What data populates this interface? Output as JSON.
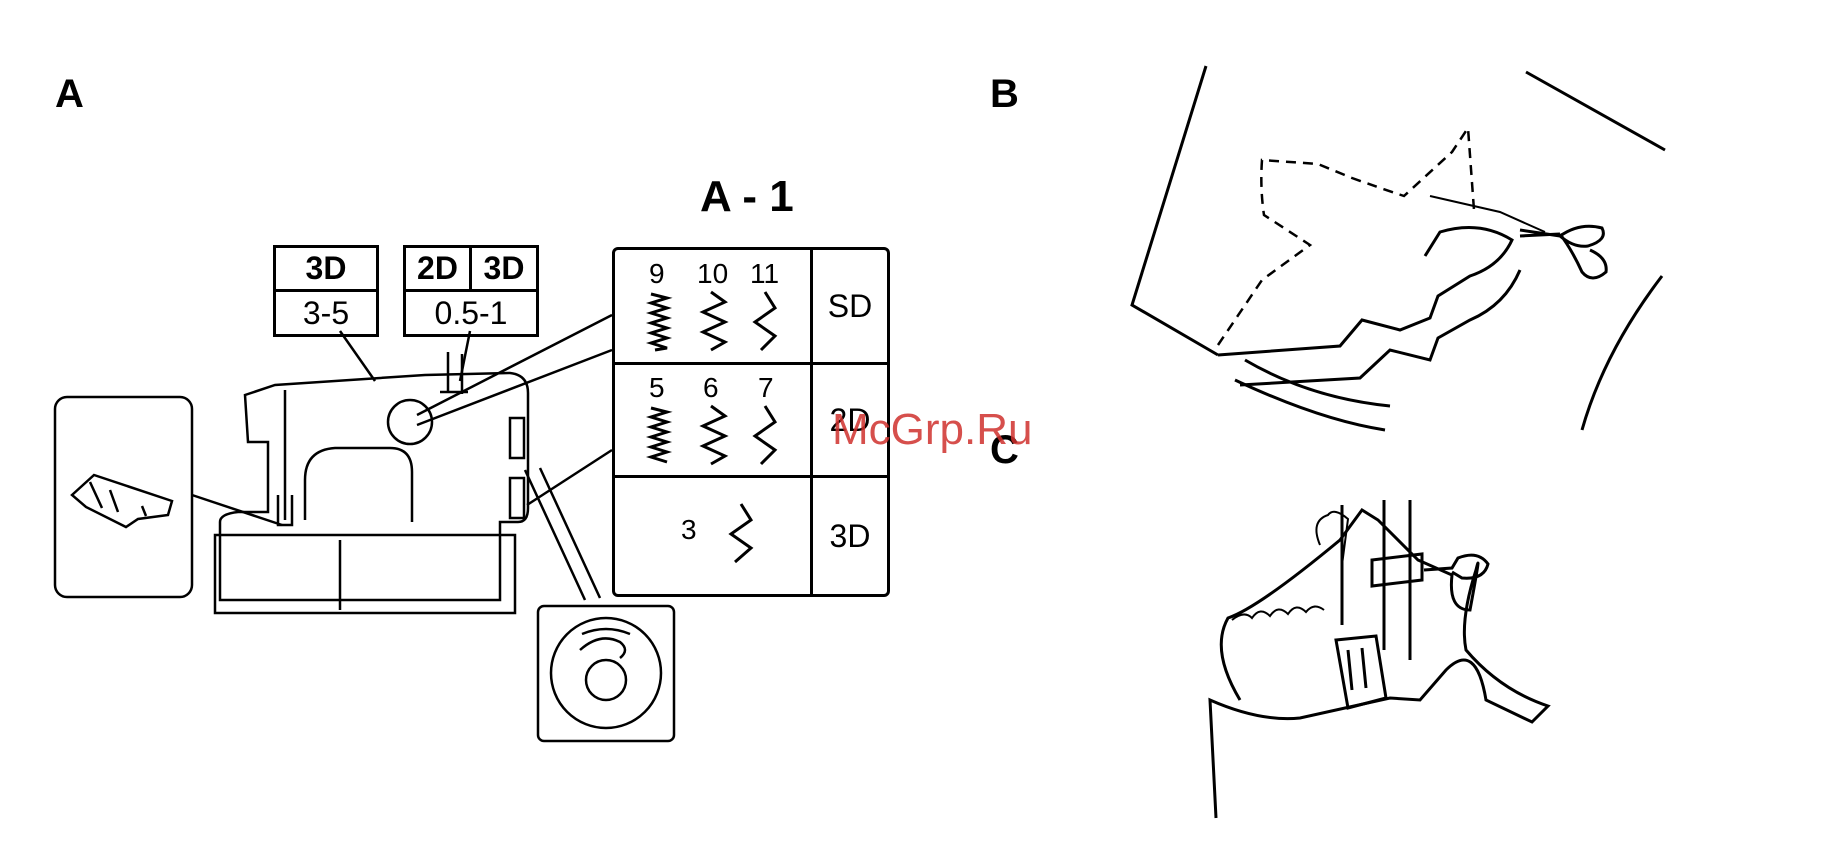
{
  "labels": {
    "a": "A",
    "a1": "A - 1",
    "b": "B",
    "c": "C"
  },
  "dial_boxes": {
    "left": {
      "top": "3D",
      "bottom": "3-5"
    },
    "right": {
      "top_left": "2D",
      "top_right": "3D",
      "bottom": "0.5-1"
    }
  },
  "stitch_table": {
    "rows": [
      {
        "numbers": [
          "9",
          "10",
          "11"
        ],
        "setting": "SD"
      },
      {
        "numbers": [
          "5",
          "6",
          "7"
        ],
        "setting": "2D"
      },
      {
        "numbers": [
          "3"
        ],
        "setting": "3D"
      }
    ]
  },
  "watermark": "McGrp.Ru"
}
